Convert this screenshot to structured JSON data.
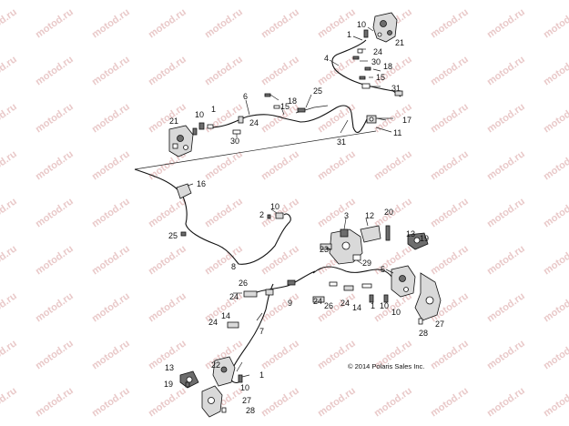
{
  "watermark": {
    "text": "motod.ru"
  },
  "diagram": {
    "callouts": [
      {
        "id": "c-10-top",
        "label": "10"
      },
      {
        "id": "c-21-top",
        "label": "21"
      },
      {
        "id": "c-1-top",
        "label": "1"
      },
      {
        "id": "c-24-top",
        "label": "24"
      },
      {
        "id": "c-30-top",
        "label": "30"
      },
      {
        "id": "c-4",
        "label": "4"
      },
      {
        "id": "c-18-top",
        "label": "18"
      },
      {
        "id": "c-15-top",
        "label": "15"
      },
      {
        "id": "c-31-top",
        "label": "31"
      },
      {
        "id": "c-17",
        "label": "17"
      },
      {
        "id": "c-11",
        "label": "11"
      },
      {
        "id": "c-31-mid",
        "label": "31"
      },
      {
        "id": "c-25-top",
        "label": "25"
      },
      {
        "id": "c-6",
        "label": "6"
      },
      {
        "id": "c-18-mid",
        "label": "18"
      },
      {
        "id": "c-15-mid",
        "label": "15"
      },
      {
        "id": "c-21-left",
        "label": "21"
      },
      {
        "id": "c-10-left",
        "label": "10"
      },
      {
        "id": "c-1-left",
        "label": "1"
      },
      {
        "id": "c-24-left",
        "label": "24"
      },
      {
        "id": "c-30-left",
        "label": "30"
      },
      {
        "id": "c-16",
        "label": "16"
      },
      {
        "id": "c-25-left",
        "label": "25"
      },
      {
        "id": "c-2",
        "label": "2"
      },
      {
        "id": "c-10-center",
        "label": "10"
      },
      {
        "id": "c-8",
        "label": "8"
      },
      {
        "id": "c-3",
        "label": "3"
      },
      {
        "id": "c-12",
        "label": "12"
      },
      {
        "id": "c-20",
        "label": "20"
      },
      {
        "id": "c-13-right",
        "label": "13"
      },
      {
        "id": "c-19-right",
        "label": "19"
      },
      {
        "id": "c-23",
        "label": "23"
      },
      {
        "id": "c-29",
        "label": "29"
      },
      {
        "id": "c-5",
        "label": "5"
      },
      {
        "id": "c-26-left",
        "label": "26"
      },
      {
        "id": "c-24-mid",
        "label": "24"
      },
      {
        "id": "c-9",
        "label": "9"
      },
      {
        "id": "c-24-c",
        "label": "24"
      },
      {
        "id": "c-26-c",
        "label": "26"
      },
      {
        "id": "c-24-d",
        "label": "24"
      },
      {
        "id": "c-14-mid",
        "label": "14"
      },
      {
        "id": "c-1-mid",
        "label": "1"
      },
      {
        "id": "c-10-r1",
        "label": "10"
      },
      {
        "id": "c-10-r2",
        "label": "10"
      },
      {
        "id": "c-27-right",
        "label": "27"
      },
      {
        "id": "c-28-right",
        "label": "28"
      },
      {
        "id": "c-14-left",
        "label": "14"
      },
      {
        "id": "c-24-low",
        "label": "24"
      },
      {
        "id": "c-7",
        "label": "7"
      },
      {
        "id": "c-13-bot",
        "label": "13"
      },
      {
        "id": "c-22",
        "label": "22"
      },
      {
        "id": "c-1-bot",
        "label": "1"
      },
      {
        "id": "c-19-bot",
        "label": "19"
      },
      {
        "id": "c-10-bot",
        "label": "10"
      },
      {
        "id": "c-27-bot",
        "label": "27"
      },
      {
        "id": "c-28-bot",
        "label": "28"
      }
    ],
    "copyright": "© 2014 Polaris Sales Inc."
  }
}
